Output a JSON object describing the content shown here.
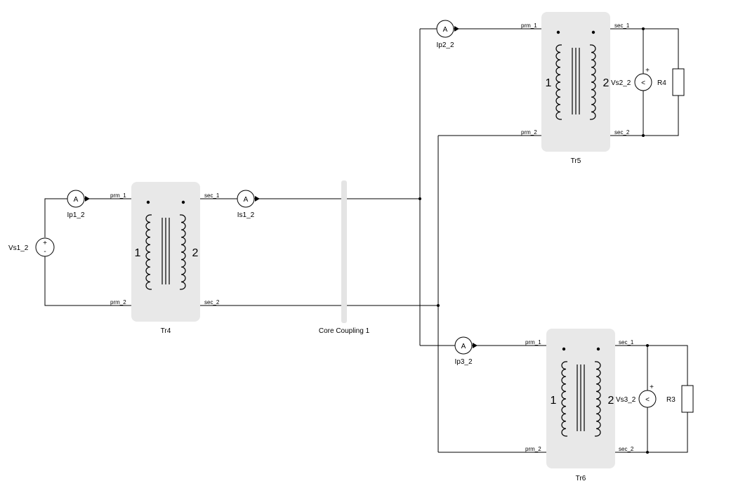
{
  "colors": {
    "wire": "#000000",
    "transformer_background": "#e8e8e8",
    "core_coupling": "#e4e4e4"
  },
  "transformers": {
    "tr4": {
      "name": "Tr4",
      "primary_number": "1",
      "secondary_number": "2",
      "prm_1": "prm_1",
      "prm_2": "prm_2",
      "sec_1": "sec_1",
      "sec_2": "sec_2"
    },
    "tr5": {
      "name": "Tr5",
      "primary_number": "1",
      "secondary_number": "2",
      "prm_1": "prm_1",
      "prm_2": "prm_2",
      "sec_1": "sec_1",
      "sec_2": "sec_2"
    },
    "tr6": {
      "name": "Tr6",
      "primary_number": "1",
      "secondary_number": "2",
      "prm_1": "prm_1",
      "prm_2": "prm_2",
      "sec_1": "sec_1",
      "sec_2": "sec_2"
    }
  },
  "ammeters": {
    "ip1": {
      "label": "Ip1_2",
      "symbol": "A"
    },
    "is1": {
      "label": "Is1_2",
      "symbol": "A"
    },
    "ip2": {
      "label": "Ip2_2",
      "symbol": "A"
    },
    "ip3": {
      "label": "Ip3_2",
      "symbol": "A"
    }
  },
  "sources": {
    "vs1": {
      "label": "Vs1_2",
      "plus": "+",
      "minus": "-"
    }
  },
  "voltmeters": {
    "vs2": {
      "label": "Vs2_2",
      "plus": "+",
      "symbol": "<"
    },
    "vs3": {
      "label": "Vs3_2",
      "plus": "+",
      "symbol": "<"
    }
  },
  "resistors": {
    "r4": {
      "label": "R4"
    },
    "r3": {
      "label": "R3"
    }
  },
  "core_coupling": {
    "label": "Core Coupling 1"
  }
}
